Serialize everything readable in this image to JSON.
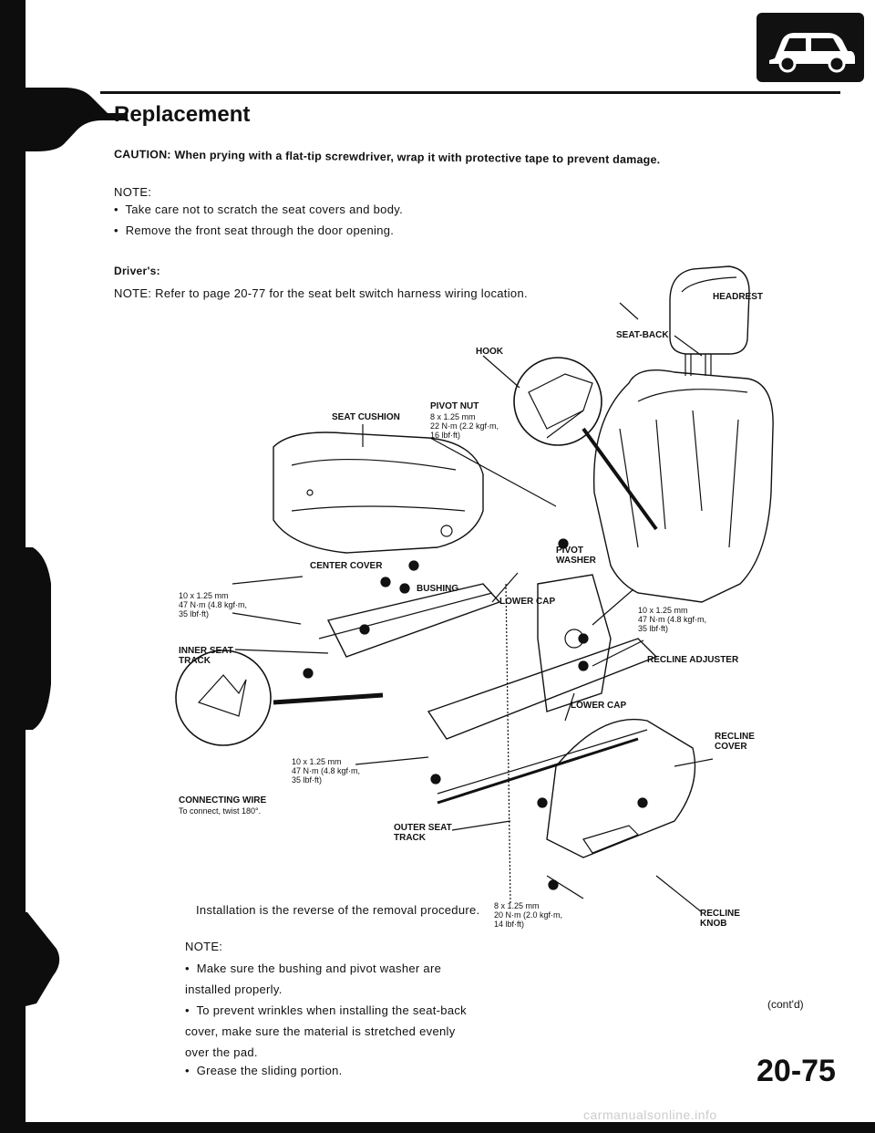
{
  "header": {
    "title": "Replacement",
    "caution": "CAUTION: When prying with a flat-tip screwdriver, wrap it with protective tape to prevent damage."
  },
  "notes_top": {
    "label": "NOTE:",
    "items": [
      "Take care not to scratch the seat covers and body.",
      "Remove the front seat through the door opening."
    ]
  },
  "drivers": {
    "heading": "Driver's:",
    "note": "NOTE: Refer to page 20-77 for the seat belt switch harness wiring location."
  },
  "diagram_labels": {
    "headrest": "HEADREST",
    "seat_back": "SEAT-BACK",
    "hook": "HOOK",
    "seat_cushion": "SEAT CUSHION",
    "pivot_nut": "PIVOT NUT",
    "pivot_nut_spec": "8 x 1.25 mm\n22 N·m (2.2 kgf·m,\n16 lbf·ft)",
    "pivot_washer": "PIVOT\nWASHER",
    "center_cover": "CENTER COVER",
    "bushing": "BUSHING",
    "lower_cap_1": "LOWER CAP",
    "bolt_left_spec": "10 x 1.25 mm\n47 N·m (4.8 kgf·m,\n35 lbf·ft)",
    "bolt_right_spec": "10 x 1.25 mm\n47 N·m (4.8 kgf·m,\n35 lbf·ft)",
    "inner_seat_track": "INNER SEAT\nTRACK",
    "recline_adjuster": "RECLINE ADJUSTER",
    "lower_cap_2": "LOWER CAP",
    "recline_cover": "RECLINE\nCOVER",
    "bolt_center_spec": "10 x 1.25 mm\n47 N·m (4.8 kgf·m,\n35 lbf·ft)",
    "connecting_wire": "CONNECTING WIRE",
    "connecting_wire_note": "To connect, twist 180°.",
    "outer_seat_track": "OUTER SEAT\nTRACK",
    "bolt_bottom_spec": "8 x 1.25 mm\n20 N·m (2.0 kgf·m,\n14 lbf·ft)",
    "recline_knob": "RECLINE\nKNOB"
  },
  "installation": {
    "text": "Installation is the reverse of the removal procedure.",
    "note_label": "NOTE:",
    "items": [
      "Make sure the bushing and pivot washer are installed properly.",
      "To prevent wrinkles when installing the seat-back cover, make sure the material is stretched evenly over the pad.",
      "Grease the sliding portion."
    ]
  },
  "footer": {
    "contd": "(cont'd)",
    "page_number": "20-75",
    "watermark": "carmanualsonline.info"
  },
  "icons": {
    "car": "car-icon"
  }
}
